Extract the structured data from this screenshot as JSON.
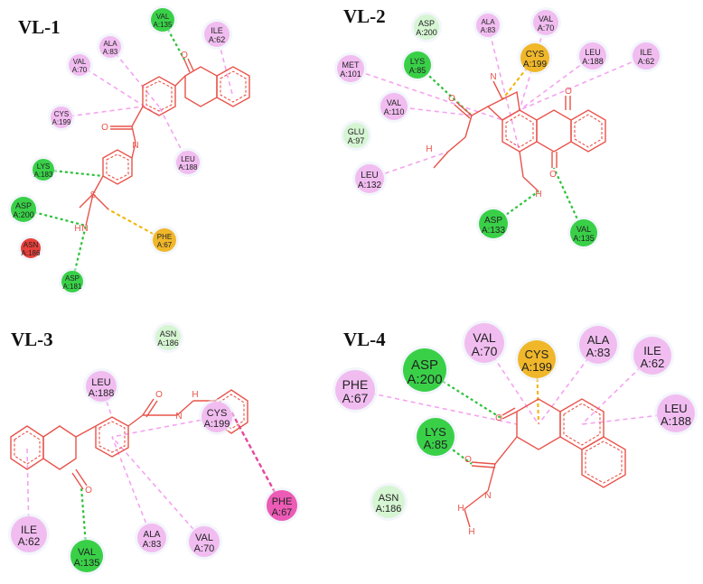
{
  "panels": [
    {
      "id": "vl1",
      "title": "VL-1"
    },
    {
      "id": "vl2",
      "title": "VL-2"
    },
    {
      "id": "vl3",
      "title": "VL-3"
    },
    {
      "id": "vl4",
      "title": "VL-4"
    }
  ],
  "residues": {
    "vl1": [
      {
        "name": "ALA",
        "chain": "A:83",
        "type": "pi-alkyl"
      },
      {
        "name": "VAL",
        "chain": "A:135",
        "type": "h-bond"
      },
      {
        "name": "ILE",
        "chain": "A:62",
        "type": "pi-alkyl"
      },
      {
        "name": "VAL",
        "chain": "A:70",
        "type": "pi-alkyl"
      },
      {
        "name": "CYS",
        "chain": "A:199",
        "type": "pi-alkyl"
      },
      {
        "name": "LEU",
        "chain": "A:188",
        "type": "pi-alkyl"
      },
      {
        "name": "LYS",
        "chain": "A:183",
        "type": "h-bond"
      },
      {
        "name": "ASP",
        "chain": "A:200",
        "type": "h-bond"
      },
      {
        "name": "PHE",
        "chain": "A:67",
        "type": "pi-sulfur"
      },
      {
        "name": "ASN",
        "chain": "A:186",
        "type": "unfavorable"
      },
      {
        "name": "ASP",
        "chain": "A:181",
        "type": "h-bond"
      }
    ],
    "vl2": [
      {
        "name": "ASP",
        "chain": "A:200",
        "type": "vdw"
      },
      {
        "name": "ALA",
        "chain": "A:83",
        "type": "pi-alkyl"
      },
      {
        "name": "VAL",
        "chain": "A:70",
        "type": "pi-alkyl"
      },
      {
        "name": "MET",
        "chain": "A:101",
        "type": "pi-alkyl"
      },
      {
        "name": "LYS",
        "chain": "A:85",
        "type": "h-bond"
      },
      {
        "name": "CYS",
        "chain": "A:199",
        "type": "pi-sulfur"
      },
      {
        "name": "LEU",
        "chain": "A:188",
        "type": "pi-alkyl"
      },
      {
        "name": "ILE",
        "chain": "A:62",
        "type": "pi-alkyl"
      },
      {
        "name": "VAL",
        "chain": "A:110",
        "type": "pi-alkyl"
      },
      {
        "name": "GLU",
        "chain": "A:97",
        "type": "vdw"
      },
      {
        "name": "LEU",
        "chain": "A:132",
        "type": "pi-alkyl"
      },
      {
        "name": "ASP",
        "chain": "A:133",
        "type": "h-bond"
      },
      {
        "name": "VAL",
        "chain": "A:135",
        "type": "h-bond"
      }
    ],
    "vl3": [
      {
        "name": "ASN",
        "chain": "A:186",
        "type": "vdw"
      },
      {
        "name": "LEU",
        "chain": "A:188",
        "type": "pi-alkyl"
      },
      {
        "name": "CYS",
        "chain": "A:199",
        "type": "pi-alkyl"
      },
      {
        "name": "PHE",
        "chain": "A:67",
        "type": "pi-pi"
      },
      {
        "name": "ILE",
        "chain": "A:62",
        "type": "pi-alkyl"
      },
      {
        "name": "VAL",
        "chain": "A:135",
        "type": "h-bond"
      },
      {
        "name": "ALA",
        "chain": "A:83",
        "type": "pi-alkyl"
      },
      {
        "name": "VAL",
        "chain": "A:70",
        "type": "pi-alkyl"
      }
    ],
    "vl4": [
      {
        "name": "ASP",
        "chain": "A:200",
        "type": "h-bond"
      },
      {
        "name": "VAL",
        "chain": "A:70",
        "type": "pi-alkyl"
      },
      {
        "name": "CYS",
        "chain": "A:199",
        "type": "pi-sulfur"
      },
      {
        "name": "ALA",
        "chain": "A:83",
        "type": "pi-alkyl"
      },
      {
        "name": "ILE",
        "chain": "A:62",
        "type": "pi-alkyl"
      },
      {
        "name": "PHE",
        "chain": "A:67",
        "type": "pi-alkyl"
      },
      {
        "name": "LEU",
        "chain": "A:188",
        "type": "pi-alkyl"
      },
      {
        "name": "LYS",
        "chain": "A:85",
        "type": "h-bond"
      },
      {
        "name": "ASN",
        "chain": "A:186",
        "type": "vdw"
      }
    ]
  },
  "atoms": {
    "O": "O",
    "N": "N",
    "H": "H",
    "S": "S"
  },
  "colors": {
    "h-bond": "#39d048",
    "vdw": "#d6f5d3",
    "pi-alkyl": "#f1bdf0",
    "pi-sulfur": "#f0b72a",
    "pi-pi": "#ec5bb5",
    "unfavorable": "#e8403a",
    "molecule": "#e8534a"
  }
}
